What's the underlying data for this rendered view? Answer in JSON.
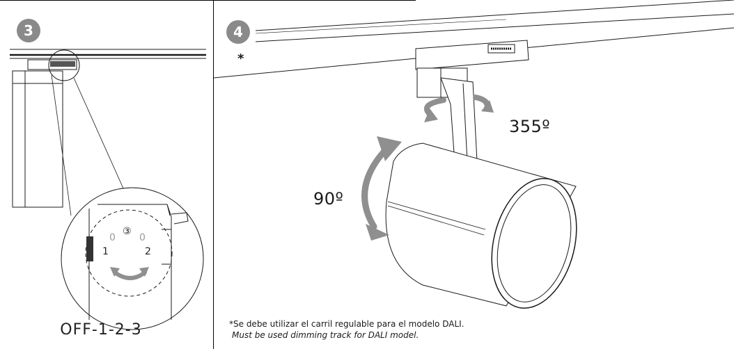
{
  "panel3": {
    "step_badge": "3",
    "dial": {
      "top": "③",
      "left_zero": "0",
      "right_zero": "0",
      "left": "1",
      "right": "2"
    },
    "setting_label": "OFF-1-2-3"
  },
  "panel4": {
    "step_badge": "4",
    "asterisk": "*",
    "rotation_label": "355º",
    "tilt_label": "90º",
    "note_es": "*Se debe utilizar el carril regulable para el modelo DALI.",
    "note_en": "Must be used dimming track for DALI model."
  },
  "icons": [
    "circle-arrow-icon",
    "rotate-arrow-icon",
    "tilt-arrow-icon"
  ],
  "colors": {
    "badge": "#8a8a8a",
    "arrow": "#8f8f8f",
    "line": "#1a1a1a"
  }
}
